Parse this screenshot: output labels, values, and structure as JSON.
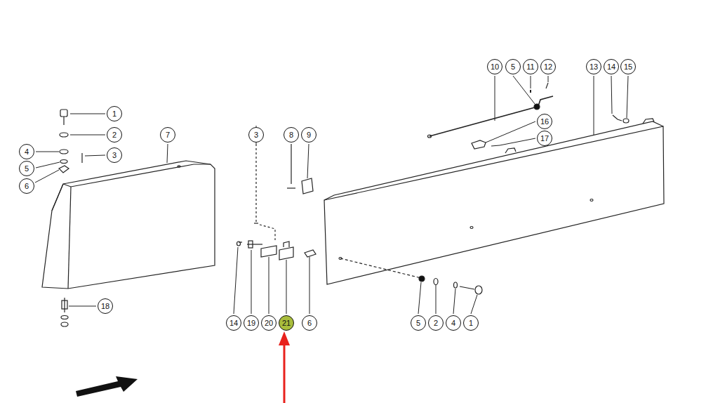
{
  "diagram": {
    "nodes": [
      {
        "text": [
          "10"
        ]
      },
      {
        "text": [
          "5"
        ]
      },
      {
        "text": [
          "11"
        ]
      },
      {
        "text": [
          "12"
        ]
      },
      {
        "text": [
          "13"
        ]
      },
      {
        "text": [
          "14"
        ]
      },
      {
        "text": [
          "15"
        ]
      },
      {
        "text": [
          "1"
        ]
      },
      {
        "text": [
          "16"
        ]
      },
      {
        "text": [
          "2"
        ]
      },
      {
        "text": [
          "7"
        ]
      },
      {
        "text": [
          "3"
        ]
      },
      {
        "text": [
          "8"
        ]
      },
      {
        "text": [
          "9"
        ]
      },
      {
        "text": [
          "17"
        ]
      },
      {
        "text": [
          "4"
        ]
      },
      {
        "text": [
          "3"
        ]
      },
      {
        "text": [
          "5"
        ]
      },
      {
        "text": [
          "6"
        ]
      },
      {
        "text": [
          "18"
        ]
      },
      {
        "text": [
          "14"
        ]
      },
      {
        "text": [
          "19"
        ]
      },
      {
        "text": [
          "20"
        ]
      },
      {
        "text": [
          "21"
        ]
      },
      {
        "text": [
          "6"
        ]
      },
      {
        "text": [
          "5"
        ]
      },
      {
        "text": [
          "2"
        ]
      },
      {
        "text": [
          "4"
        ]
      },
      {
        "text": [
          "1"
        ]
      }
    ]
  }
}
